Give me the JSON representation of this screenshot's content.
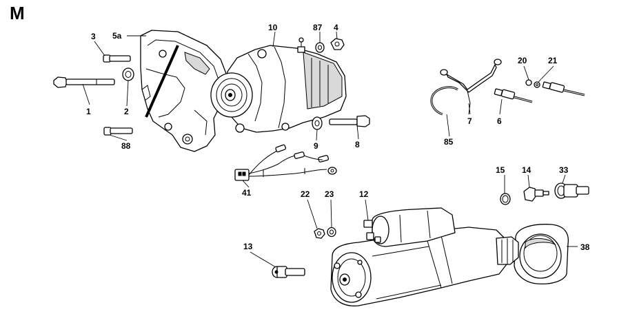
{
  "sheet": {
    "letter": "M"
  },
  "callouts": [
    {
      "id": "p1",
      "text": "1"
    },
    {
      "id": "p2",
      "text": "2"
    },
    {
      "id": "p3",
      "text": "3"
    },
    {
      "id": "p4",
      "text": "4"
    },
    {
      "id": "p5a",
      "text": "5a"
    },
    {
      "id": "p6",
      "text": "6"
    },
    {
      "id": "p7",
      "text": "7"
    },
    {
      "id": "p8",
      "text": "8"
    },
    {
      "id": "p9",
      "text": "9"
    },
    {
      "id": "p10",
      "text": "10"
    },
    {
      "id": "p12",
      "text": "12"
    },
    {
      "id": "p13",
      "text": "13"
    },
    {
      "id": "p14",
      "text": "14"
    },
    {
      "id": "p15",
      "text": "15"
    },
    {
      "id": "p20",
      "text": "20"
    },
    {
      "id": "p21",
      "text": "21"
    },
    {
      "id": "p22",
      "text": "22"
    },
    {
      "id": "p23",
      "text": "23"
    },
    {
      "id": "p33",
      "text": "33"
    },
    {
      "id": "p38",
      "text": "38"
    },
    {
      "id": "p41",
      "text": "41"
    },
    {
      "id": "p85",
      "text": "85"
    },
    {
      "id": "p87",
      "text": "87"
    },
    {
      "id": "p88",
      "text": "88"
    }
  ]
}
